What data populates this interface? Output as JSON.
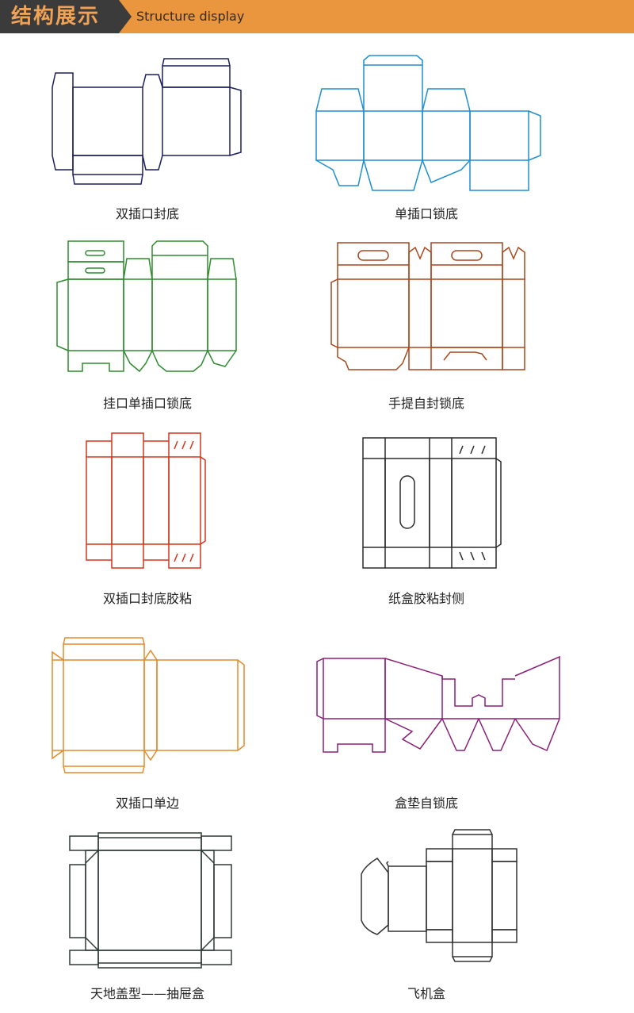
{
  "header": {
    "title_cn": "结构展示",
    "title_en": "Structure display",
    "banner_color": "#e9963f",
    "tab_color": "#3b3b3b"
  },
  "diagrams": [
    {
      "caption": "双插口封底",
      "color": "#1c1f5e"
    },
    {
      "caption": "单插口锁底",
      "color": "#1e8fd0"
    },
    {
      "caption": "挂口单插口锁底",
      "color": "#2e8b2e"
    },
    {
      "caption": "手提自封锁底",
      "color": "#a8471c"
    },
    {
      "caption": "双插口封底胶粘",
      "color": "#d4361c"
    },
    {
      "caption": "纸盒胶粘封侧",
      "color": "#2b2b2b"
    },
    {
      "caption": "双插口单边",
      "color": "#e48a2a"
    },
    {
      "caption": "盒垫自锁底",
      "color": "#8a1f78"
    },
    {
      "caption": "天地盖型——抽屉盒",
      "color": "#2f3a34"
    },
    {
      "caption": "飞机盒",
      "color": "#333333"
    }
  ]
}
